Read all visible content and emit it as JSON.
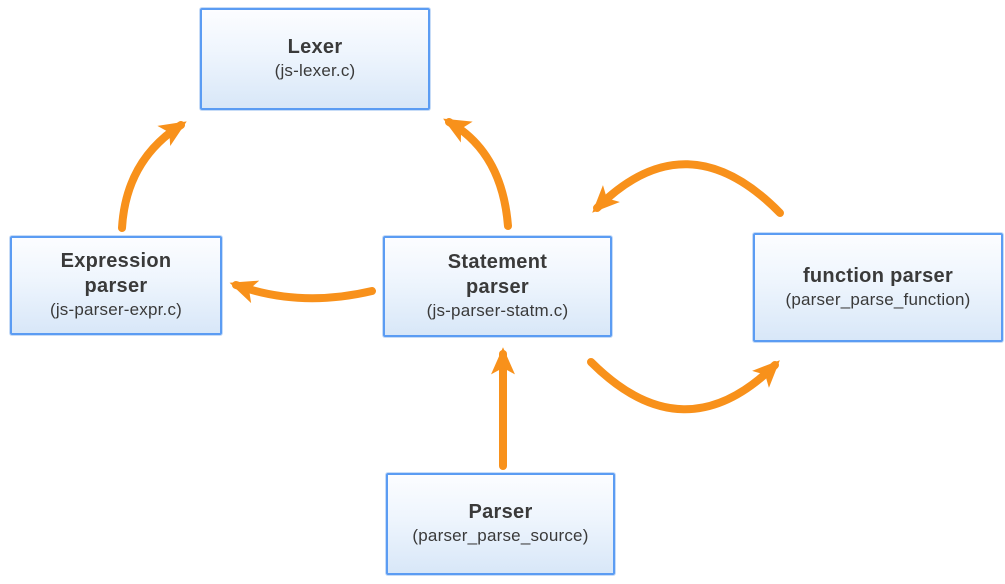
{
  "diagram": {
    "background_color": "#ffffff",
    "node_border_color": "#5b9cf3",
    "node_fill_top": "#fcfdff",
    "node_fill_bottom": "#d8e7f8",
    "arrow_color": "#f8911b",
    "text_color": "#3a3a3a",
    "nodes": {
      "lexer": {
        "title": "Lexer",
        "subtitle": "(js-lexer.c)"
      },
      "expression_parser": {
        "title": "Expression\nparser",
        "subtitle": "(js-parser-expr.c)"
      },
      "statement_parser": {
        "title": "Statement\nparser",
        "subtitle": "(js-parser-statm.c)"
      },
      "function_parser": {
        "title": "function parser",
        "subtitle": "(parser_parse_function)"
      },
      "parser": {
        "title": "Parser",
        "subtitle": "(parser_parse_source)"
      }
    },
    "edges": [
      {
        "from": "expression_parser",
        "to": "lexer"
      },
      {
        "from": "statement_parser",
        "to": "lexer"
      },
      {
        "from": "statement_parser",
        "to": "expression_parser"
      },
      {
        "from": "function_parser",
        "to": "statement_parser"
      },
      {
        "from": "statement_parser",
        "to": "function_parser"
      },
      {
        "from": "parser",
        "to": "statement_parser"
      }
    ]
  }
}
